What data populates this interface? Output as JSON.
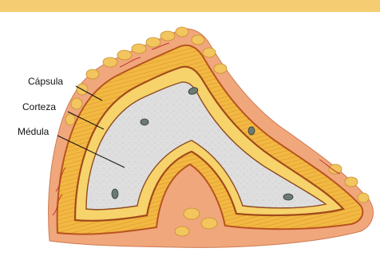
{
  "labels": {
    "capsule": "Cápsula",
    "cortex": "Corteza",
    "medulla": "Médula"
  },
  "colors": {
    "top_band": "#f6cc72",
    "capsule": "#f0a77c",
    "capsule_fat": "#f2c55e",
    "cortex": "#f1b943",
    "cortex_light": "#fde79a",
    "boundary": "#b8541f",
    "medulla": "#dcdcdc",
    "vessel": "#6d7a73"
  }
}
